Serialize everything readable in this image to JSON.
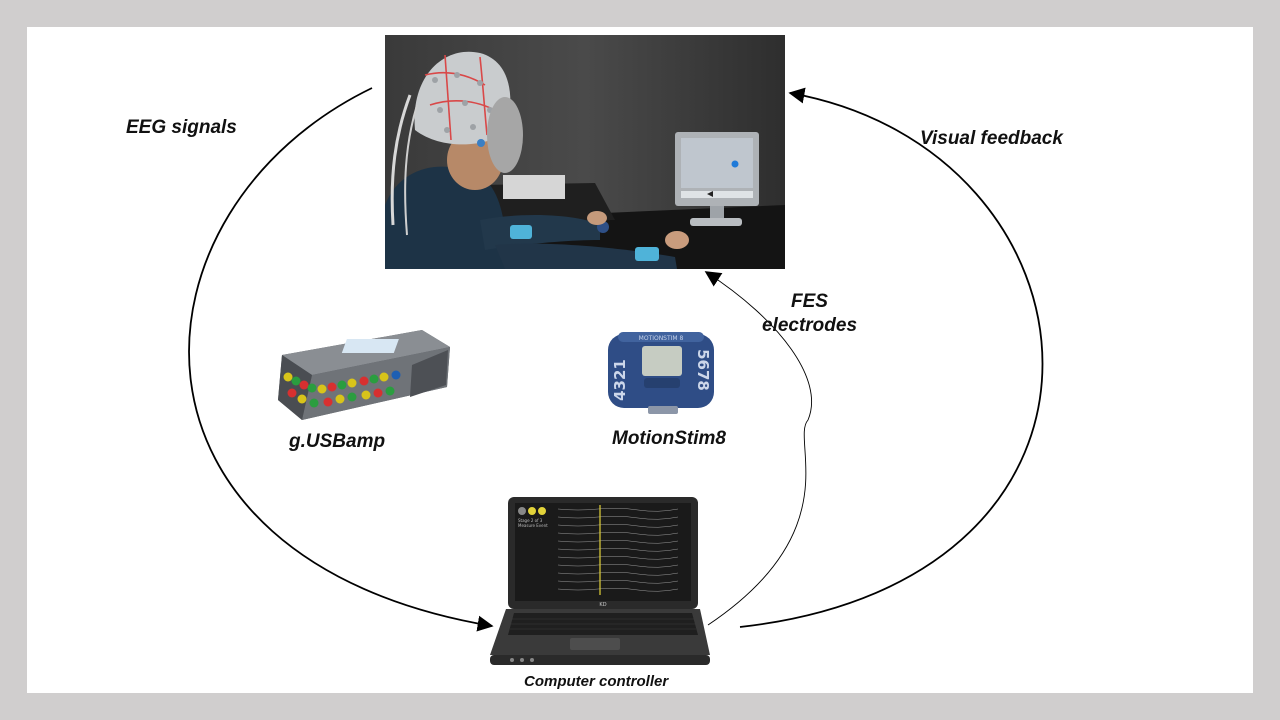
{
  "labels": {
    "eeg_signals": "EEG signals",
    "visual_feedback": "Visual feedback",
    "fes_line1": "FES",
    "fes_line2": "electrodes",
    "usbamp": "g.USBamp",
    "motionstim": "MotionStim8",
    "computer": "Computer controller"
  },
  "device_text": {
    "motionstim_brand": "MOTIONSTIM 8",
    "motionstim_left_channels": "4321",
    "motionstim_right_channels": "5678",
    "laptop_brand": "KD",
    "screen_line1": "Stage 2 of 3",
    "screen_line2": "Measure Event"
  },
  "colors": {
    "page_border": "#d0cece",
    "background": "#ffffff",
    "arrow": "#000000",
    "stimulator_blue": "#2f4d86",
    "usbamp_body": "#6f7378"
  }
}
